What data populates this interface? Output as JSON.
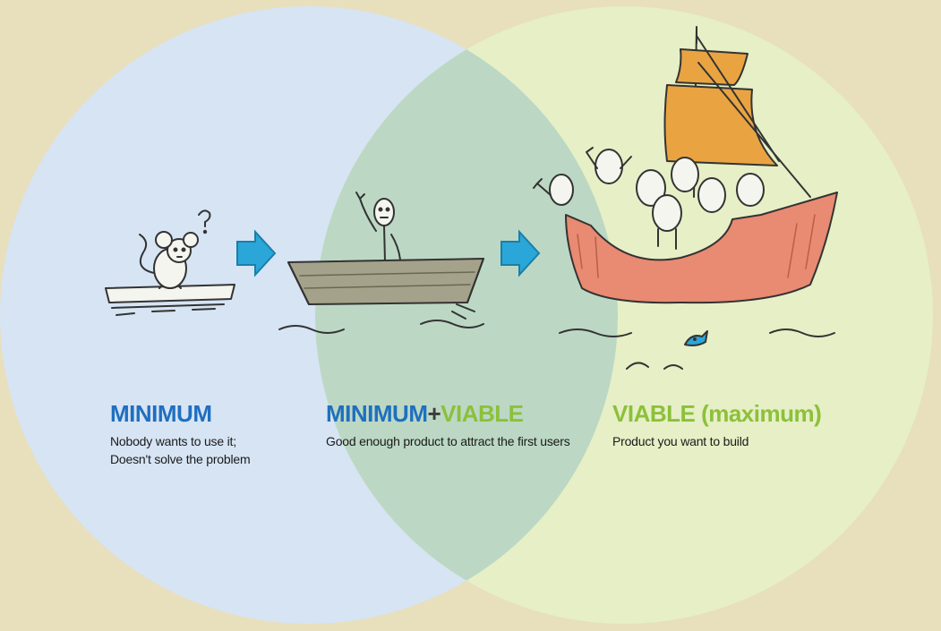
{
  "sections": {
    "minimum": {
      "heading": "MINIMUM",
      "description": "Nobody wants to use it; Doesn't solve the problem"
    },
    "minimum_viable": {
      "heading_part1": "MINIMUM",
      "heading_plus": "+",
      "heading_part2": "VIABLE",
      "description": "Good enough product to attract the first users"
    },
    "viable": {
      "heading": "VIABLE (maximum)",
      "description": "Product you want to build"
    }
  },
  "illustrations": {
    "left": "mouse-on-raft-icon",
    "middle": "person-in-rowboat-icon",
    "right": "crowded-sailing-ship-icon",
    "arrows": "right-arrow-icon"
  },
  "colors": {
    "background": "#e8dfbc",
    "left_circle": "#d6e4f4",
    "right_circle": "#e6efc6",
    "overlap": "#bcd8c4",
    "blue_heading": "#1f6fc0",
    "green_heading": "#8cc03a",
    "arrow": "#2aa6d8",
    "ship_hull": "#e98a72",
    "ship_sail": "#e9a441",
    "rowboat": "#a4a28a"
  }
}
